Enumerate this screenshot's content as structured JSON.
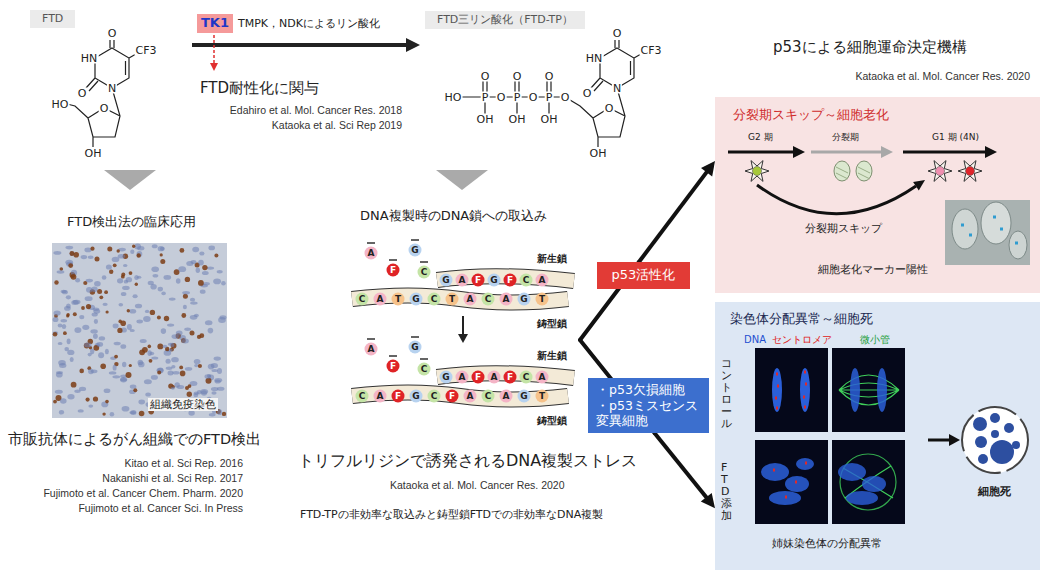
{
  "diagram": {
    "nodes": [
      {
        "text": [
          "FTD"
        ]
      },
      {
        "text": [
          "TK1"
        ]
      },
      {
        "text": [
          "FTD三リン酸化（FTD-TP）"
        ]
      },
      {
        "text": [
          "p53活性化"
        ]
      },
      {
        "text": [
          "・p53欠損細胞 ・p53ミスセンス 変異細胞"
        ]
      },
      {
        "text": [
          "分裂期スキップ～細胞老化"
        ]
      },
      {
        "text": [
          "染色体分配異常～細胞死"
        ]
      }
    ],
    "edges": [
      {
        "from": 3,
        "to": 5,
        "arrow": "to"
      },
      {
        "from": 4,
        "to": 6,
        "arrow": "to"
      }
    ],
    "labels": [
      "O",
      "CF3",
      "HN",
      "O",
      "N",
      "HO",
      "O",
      "OH",
      "HO",
      "P",
      "O",
      "P",
      "O",
      "P",
      "O",
      "O",
      "O",
      "O",
      "OH",
      "OH",
      "OH",
      "O",
      "CF3",
      "HN",
      "O",
      "N",
      "O",
      "OH",
      "TMPK，NDKによるリン酸化",
      "FTD耐性化に関与",
      "Edahiro et al. Mol. Cancer Res. 2018",
      "Kataoka et al. Sci Rep 2019",
      "FTD検出法の臨床応用",
      "組織免疫染色",
      "市販抗体によるがん組織でのFTD検出",
      "Kitao et al. Sci Rep. 2016",
      "Nakanishi et al. Sci Rep. 2017",
      "Fujimoto et al. Cancer Chem. Pharm. 2020",
      "Fujimoto et al. Cancer Sci. In Press",
      "DNA複製時のDNA鎖への取込み",
      "新生鎖",
      "鋳型鎖",
      "新生鎖",
      "鋳型鎖",
      "トリフルリジンで誘発されるDNA複製ストレス",
      "Kataoka et al. Mol. Cancer Res. 2020",
      "FTD-TPの非効率な取込みと鋳型鎖FTDでの非効率なDNA複製",
      "p53による細胞運命決定機構",
      "Kataoka et al. Mol. Cancer Res. 2020",
      "G2 期",
      "分裂期",
      "G1 期 (4N)",
      "分裂期スキップ",
      "細胞老化マーカー陽性",
      "DNA",
      "セントロメア",
      "微小管",
      "コントロール",
      "FTD 添加",
      "姉妹染色体の分配異常",
      "細胞死",
      "A",
      "F",
      "G",
      "C",
      "G",
      "A",
      "F",
      "G",
      "F",
      "C",
      "A",
      "C",
      "A",
      "T",
      "G",
      "C",
      "T",
      "A",
      "C",
      "A",
      "G",
      "T",
      "A",
      "F",
      "G",
      "C",
      "G",
      "A",
      "F",
      "A",
      "F",
      "C",
      "A",
      "C",
      "A",
      "F",
      "G",
      "C",
      "F",
      "A",
      "C",
      "A",
      "G",
      "T"
    ]
  }
}
